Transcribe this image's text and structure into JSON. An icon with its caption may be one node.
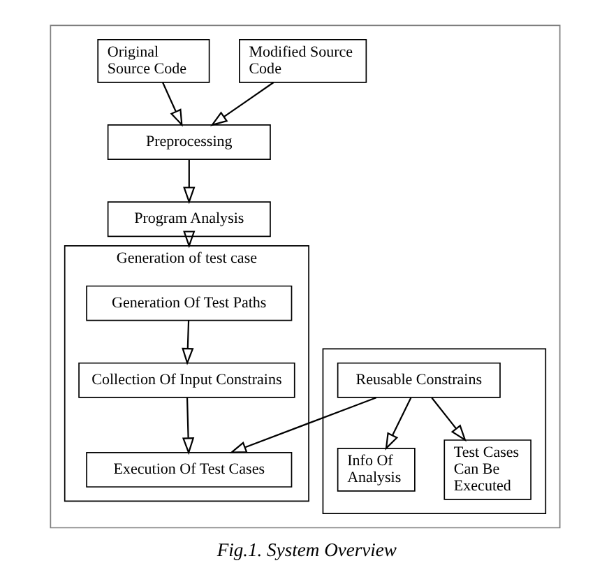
{
  "diagram": {
    "caption": "Fig.1. System Overview",
    "nodes": [
      {
        "text": [],
        "shape": "box"
      },
      {
        "text": [
          "Original Source Code"
        ],
        "in": 0
      },
      {
        "text": [
          "Modified Source Code"
        ],
        "in": 0
      },
      {
        "text": [
          "Preprocessing"
        ],
        "in": 0
      },
      {
        "text": [
          "Program Analysis"
        ],
        "in": 0
      },
      {
        "text": [
          "Generation of test case"
        ],
        "in": 0
      },
      {
        "text": [
          "Generation Of Test Paths"
        ],
        "in": 5
      },
      {
        "text": [
          "Collection Of Input Constrains"
        ],
        "in": 5
      },
      {
        "text": [
          "Execution Of Test Cases"
        ],
        "in": 5
      },
      {
        "text": [],
        "shape": "box",
        "in": 0
      },
      {
        "text": [
          "Reusable Constrains"
        ],
        "in": 9
      },
      {
        "text": [
          "Info Of Analysis"
        ],
        "in": 9
      },
      {
        "text": [
          "Test Cases Can Be Executed"
        ],
        "in": 9
      }
    ],
    "edges": [
      {
        "from": 1,
        "to": 3,
        "arrow": "to"
      },
      {
        "from": 2,
        "to": 3,
        "arrow": "to"
      },
      {
        "from": 3,
        "to": 4,
        "arrow": "to"
      },
      {
        "from": 4,
        "to": 5,
        "arrow": "to"
      },
      {
        "from": 6,
        "to": 7,
        "arrow": "to"
      },
      {
        "from": 7,
        "to": 8,
        "arrow": "to"
      },
      {
        "from": 10,
        "to": 11,
        "arrow": "to"
      },
      {
        "from": 10,
        "to": 12,
        "arrow": "to"
      },
      {
        "from": 10,
        "to": 8,
        "arrow": "to"
      }
    ]
  }
}
